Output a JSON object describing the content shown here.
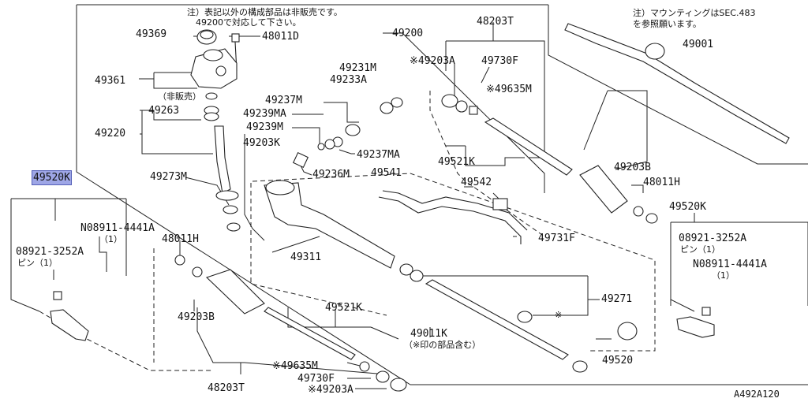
{
  "notes": {
    "top_center_line1": "注）表記以外の構成部品は非販売です。",
    "top_center_line2": "49200で対応して下さい。",
    "top_right_line1": "注）マウンティングはSEC.483",
    "top_right_line2": "を参照願います。",
    "diagram_code": "A492A120"
  },
  "labels": {
    "p49369": "49369",
    "p48011D": "48011D",
    "p49200": "49200",
    "p48203T_top": "48203T",
    "p49001": "49001",
    "p49203A_top": "※49203A",
    "p49730F_top": "49730F",
    "p49231M": "49231M",
    "p49233A": "49233A",
    "p49361": "49361",
    "hibaibai": "（非販売）",
    "p49635M_top": "※49635M",
    "p49237M": "49237M",
    "p49263": "49263",
    "p49239MA": "49239MA",
    "p49239M": "49239M",
    "p49220": "49220",
    "p49237MA": "49237MA",
    "p49203K": "49203K",
    "p49521K_top": "49521K",
    "p49203B_top": "49203B",
    "p49520K_left": "49520K",
    "p49236M": "49236M",
    "p49541": "49541",
    "p48011H_right": "48011H",
    "p49273M": "49273M",
    "p49542": "49542",
    "p49520K_right": "49520K",
    "n08911_left": "N08911-4441A",
    "n08911_left_qty": "（1）",
    "p48011H_left": "48011H",
    "p08921_right": "08921-3252A",
    "pin_right": "ピン（1）",
    "p08921_left": "08921-3252A",
    "pin_left": "ピン（1）",
    "p49731F": "49731F",
    "n08911_right": "N08911-4441A",
    "n08911_right_qty": "（1）",
    "p49311": "49311",
    "p49271": "49271",
    "p49521K_bottom": "49521K",
    "p49203B_bottom": "49203B",
    "asterisk": "※",
    "p49011K": "49011K",
    "p49011K_note": "（※印の部品含む）",
    "p49635M_bottom": "※49635M",
    "p49520": "49520",
    "p49730F_bottom": "49730F",
    "p48203T_bottom": "48203T",
    "p49203A_bottom": "※49203A"
  },
  "colors": {
    "line": "#222222",
    "highlight": "#9ea6e6"
  }
}
